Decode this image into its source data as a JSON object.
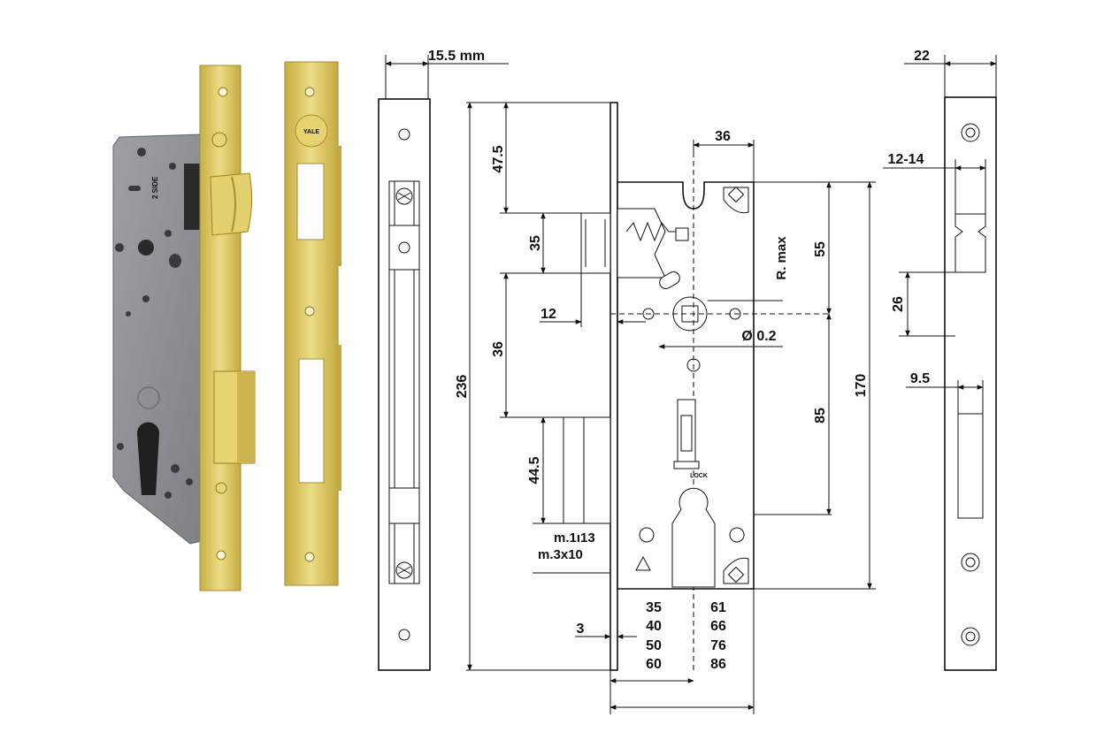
{
  "photo": {
    "case_stamp": "2 SIDE",
    "faceplate_logo": "YALE",
    "colors": {
      "brass": "#d9c35f",
      "brass_dark": "#b89d37",
      "steel": "#8f9397",
      "steel_dark": "#6e7276"
    }
  },
  "dimensions": {
    "faceplate_width": "15.5 mm",
    "total_height": "236",
    "latch_offset": "47.5",
    "latch_height": "35",
    "latch_to_spindle": "36",
    "spindle_offset": "12",
    "deadbolt_height": "44.5",
    "screw_spec_1": "m.1ι13",
    "screw_spec_2": "m.3x10",
    "plate_thickness": "3",
    "backset_top": "36",
    "radius_label": "R. max",
    "spindle_tolerance": "Ø 0.2",
    "handle_to_latch": "55",
    "handle_to_cylinder": "85",
    "case_height": "170",
    "backsets": [
      "35",
      "40",
      "50",
      "60"
    ],
    "overall": [
      "61",
      "66",
      "76",
      "86"
    ],
    "strike_width": "22",
    "strike_latch_width": "12-14",
    "strike_latch_height": "26",
    "strike_bolt_width": "9.5",
    "case_mark": "LOCK"
  }
}
